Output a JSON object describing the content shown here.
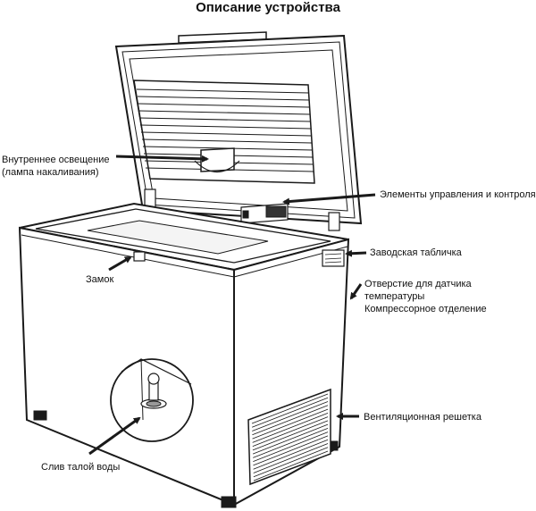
{
  "title": "Описание устройства",
  "callouts": {
    "interior_light_line1": "Внутреннее освещение",
    "interior_light_line2": "(лампа накаливания)",
    "controls": "Элементы управления и контроля",
    "rating_plate": "Заводская табличка",
    "lock": "Замок",
    "sensor_line1": "Отверстие для датчика",
    "sensor_line2": "температуры",
    "compressor": "Компрессорное отделение",
    "vent_grille": "Вентиляционная решетка",
    "drain": "Слив талой воды"
  },
  "colors": {
    "line": "#1a1a1a",
    "fill": "#ffffff",
    "shade": "#e6e6e6"
  }
}
